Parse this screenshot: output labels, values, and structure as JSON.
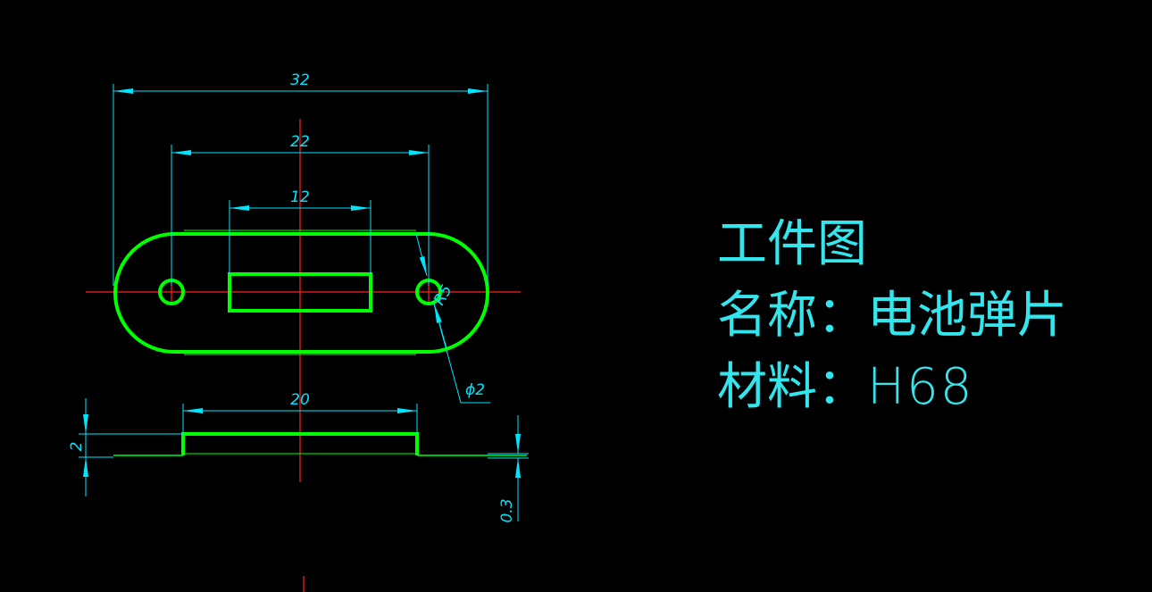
{
  "drawing": {
    "title": "工件图",
    "name_label": "名称：",
    "name_value": "电池弹片",
    "material_label": "材料：",
    "material_value": "H68"
  },
  "dimensions": {
    "overall_length": "32",
    "hole_spacing": "22",
    "slot_length": "12",
    "corner_radius": "R5",
    "hole_diameter": "ϕ2",
    "raised_length": "20",
    "height": "2",
    "thickness": "0.3"
  },
  "colors": {
    "background": "#000000",
    "outline": "#00ff00",
    "dimension": "#00e5ff",
    "centerline": "#ff2020",
    "text": "#33e6ee"
  }
}
